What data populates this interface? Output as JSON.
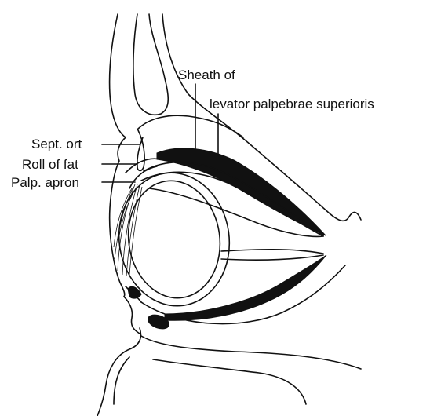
{
  "labels": {
    "sheath_line1": "Sheath of",
    "sheath_line2": "levator palpebrae superioris",
    "sept_ort": "Sept. ort",
    "roll_of_fat": "Roll of fat",
    "palp_apron": "Palp. apron"
  },
  "colors": {
    "ink": "#111111",
    "background": "#ffffff"
  }
}
